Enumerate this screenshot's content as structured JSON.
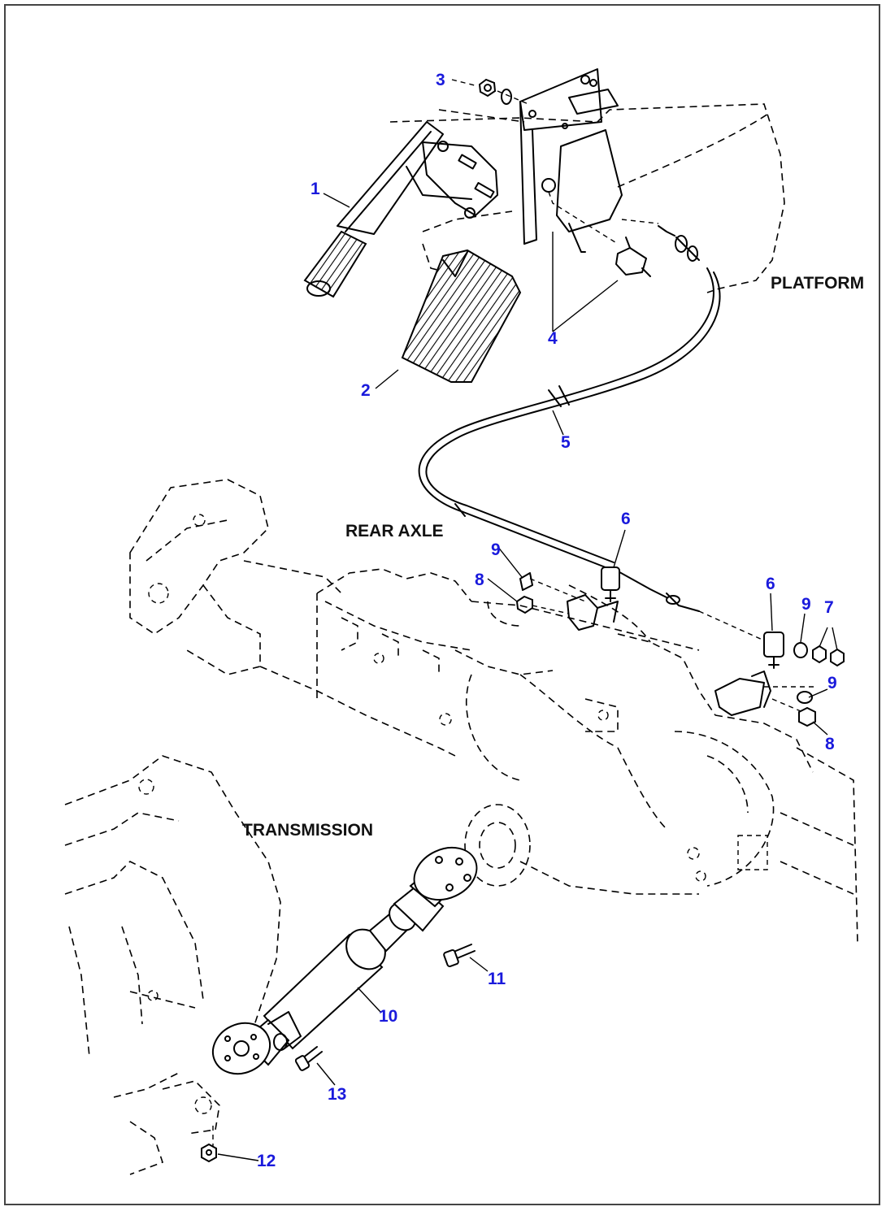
{
  "region_labels": {
    "platform": "PLATFORM",
    "rear_axle": "REAR AXLE",
    "transmission": "TRANSMISSION"
  },
  "callouts": {
    "c1": "1",
    "c2": "2",
    "c3": "3",
    "c4": "4",
    "c5": "5",
    "c6a": "6",
    "c6b": "6",
    "c7": "7",
    "c8a": "8",
    "c8b": "8",
    "c9a": "9",
    "c9b": "9",
    "c9c": "9",
    "c10": "10",
    "c11": "11",
    "c12": "12",
    "c13": "13"
  },
  "colors": {
    "callout": "#1a1adc",
    "line": "#000000",
    "label": "#111111"
  }
}
